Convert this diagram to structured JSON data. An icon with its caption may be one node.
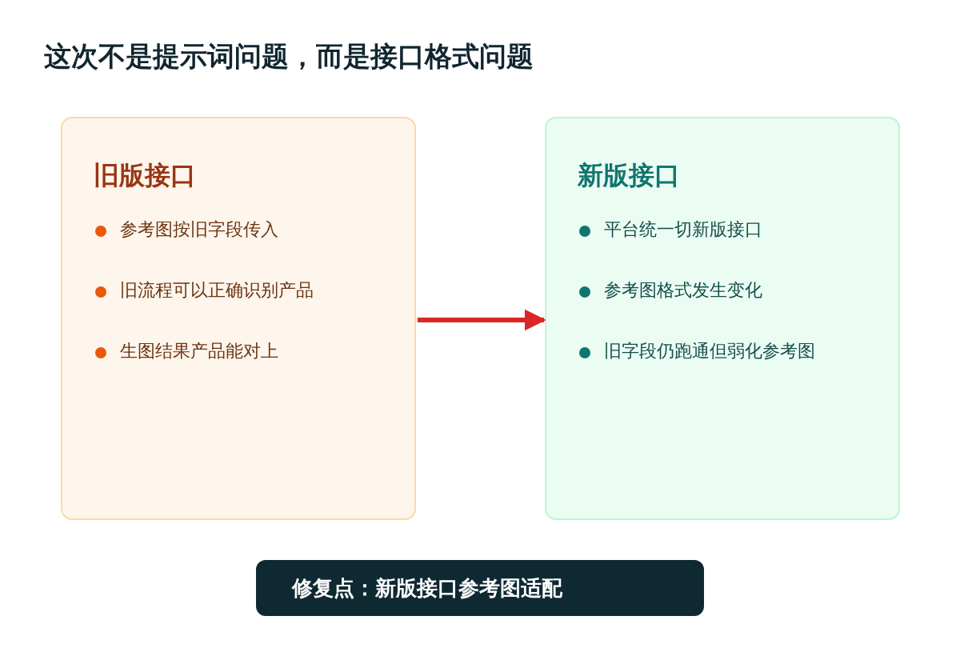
{
  "diagram": {
    "title": "这次不是提示词问题，而是接口格式问题",
    "nodes": [
      {
        "text": [
          "旧版接口",
          "参考图按旧字段传入",
          "旧流程可以正确识别产品",
          "生图结果产品能对上"
        ]
      },
      {
        "text": [
          "新版接口",
          "平台统一切新版接口",
          "参考图格式发生变化",
          "旧字段仍跑通但弱化参考图"
        ]
      },
      {
        "text": [
          "修复点：新版接口参考图适配"
        ]
      }
    ],
    "edges": [
      {
        "from": 0,
        "to": 1,
        "arrow": "to"
      }
    ]
  }
}
